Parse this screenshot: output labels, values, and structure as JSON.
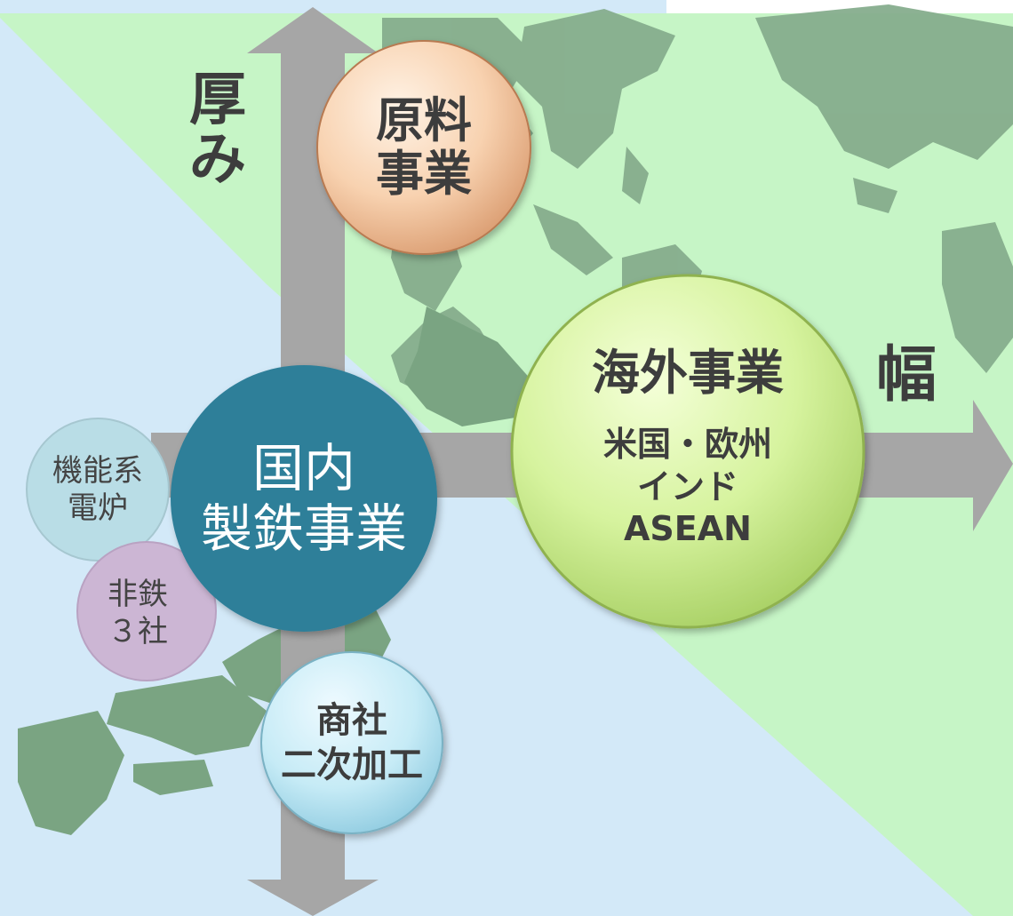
{
  "axis_labels": {
    "vertical": [
      "厚",
      "み"
    ],
    "horizontal": "幅"
  },
  "nodes": {
    "raw_materials": {
      "lines": [
        "原料",
        "事業"
      ]
    },
    "domestic_steel": {
      "lines": [
        "国内",
        "製鉄事業"
      ]
    },
    "overseas": {
      "title": "海外事業",
      "regions": [
        "米国・欧州",
        "インド",
        "ASEAN"
      ]
    },
    "functional_eaf": {
      "lines": [
        "機能系",
        "電炉"
      ]
    },
    "nonferrous": {
      "lines": [
        "非鉄",
        "３社"
      ]
    },
    "trading": {
      "lines": [
        "商社",
        "二次加工"
      ]
    }
  },
  "colors": {
    "bg_blue": "#d3e9f8",
    "bg_green": "#c6f5c6",
    "map_land": "#80a887",
    "arrow": "#a6a6a6",
    "domestic_fill": "#2f7f99",
    "overseas_fill": "#cdef8f",
    "raw_fill": "#f6c9a6",
    "eaf_fill": "#b9dde6",
    "nonferrous_fill": "#ccb6d4",
    "trading_fill": "#bfe7f3"
  }
}
